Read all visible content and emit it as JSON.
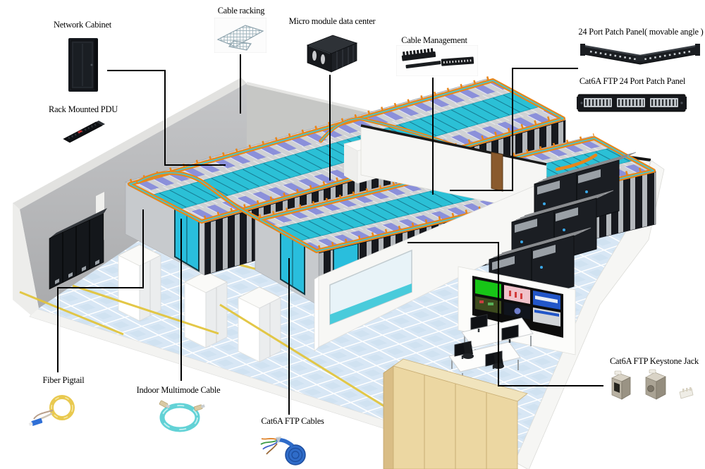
{
  "figure": {
    "type": "isometric data center structured-cabling solution diagram",
    "background": "#ffffff"
  },
  "callouts": [
    {
      "id": "network-cabinet",
      "label": "Network Cabinet"
    },
    {
      "id": "cable-racking",
      "label": "Cable racking"
    },
    {
      "id": "micro-module-data-center",
      "label": "Micro module data center"
    },
    {
      "id": "cable-management",
      "label": "Cable Management"
    },
    {
      "id": "patch-panel-angled",
      "label": "24 Port Patch Panel( movable angle )"
    },
    {
      "id": "patch-panel-cat6a",
      "label": "Cat6A FTP 24 Port Patch Panel"
    },
    {
      "id": "rack-mounted-pdu",
      "label": "Rack Mounted PDU"
    },
    {
      "id": "fiber-pigtail",
      "label": "Fiber Pigtail"
    },
    {
      "id": "indoor-multimode-cable",
      "label": "Indoor Multimode Cable"
    },
    {
      "id": "cat6a-ftp-cables",
      "label": "Cat6A FTP Cables"
    },
    {
      "id": "cat6a-ftp-keystone-jack",
      "label": "Cat6A FTP Keystone Jack"
    }
  ],
  "scene": {
    "elements": [
      "tiled raised floor",
      "gray perimeter walls",
      "micro module pod row 1 with cold-aisle skylight",
      "micro module pod row 2 with cold-aisle skylight",
      "overhead orange cable tray with cyan cable runs",
      "purple rack tops",
      "cyan aisle end doors",
      "row of black network cabinets",
      "white storage cabinets",
      "yellow floor cable runs",
      "white partition wall with window",
      "wooden door",
      "monitoring video wall with six screens",
      "two operator desks with four monitors and chairs",
      "three black server units",
      "beige storage wardrobe",
      "small carton on rooftop structure"
    ],
    "colors": {
      "cable_tray_orange": "#E8861B",
      "cable_run_teal": "#3CC9DA",
      "aisle_door_cyan": "#29BEDD",
      "rack_top_purple": "#8B90DA",
      "floor_tile_blue": "#D8E7F5",
      "wall_gray": "#C6C7C5",
      "screen_green": "#17C517",
      "screen_blue": "#2256C8",
      "screen_pink": "#F0C2CA",
      "wardrobe_beige": "#ECD7A2",
      "floor_line_yellow": "#E2C53E",
      "leader_line": "#000000"
    }
  }
}
